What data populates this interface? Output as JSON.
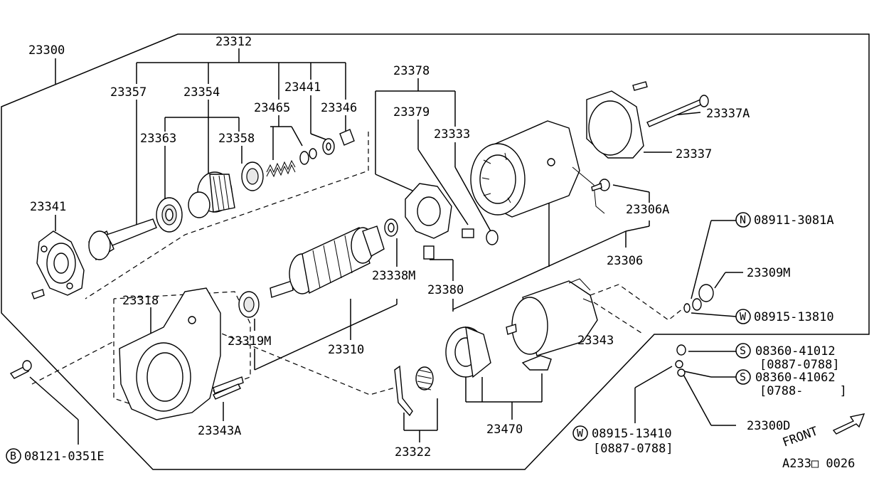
{
  "diagram": {
    "labels": {
      "l23300": "23300",
      "l23312": "23312",
      "l23357": "23357",
      "l23354": "23354",
      "l23441": "23441",
      "l23465": "23465",
      "l23346": "23346",
      "l23363": "23363",
      "l23358": "23358",
      "l23341": "23341",
      "l23378": "23378",
      "l23379": "23379",
      "l23333": "23333",
      "l23337A": "23337A",
      "l23337": "23337",
      "l23306A": "23306A",
      "l23306": "23306",
      "l23338M": "23338M",
      "l23380": "23380",
      "l23318": "23318",
      "l23319M": "23319M",
      "l23310": "23310",
      "l23343": "23343",
      "l23343A": "23343A",
      "l23470": "23470",
      "l23322": "23322",
      "l23309M": "23309M",
      "l08911": "08911-3081A",
      "l08915a": "08915-13810",
      "l08360a": "08360-41012",
      "l08360a_range": "[0887-0788]",
      "l08360b": "08360-41062",
      "l08360b_range": "[0788-     ]",
      "l23300D": "23300D",
      "l08915b": "08915-13410",
      "l08915b_range": "[0887-0788]",
      "l08121": "08121-0351E",
      "front": "FRONT",
      "ref": "A233□ 0026"
    },
    "prefixes": {
      "N": "N",
      "W": "W",
      "S": "S",
      "B": "B"
    }
  }
}
